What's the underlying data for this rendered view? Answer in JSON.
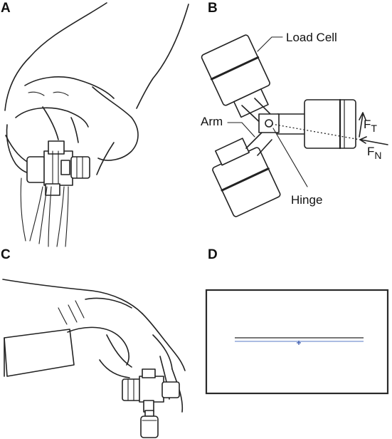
{
  "panels": {
    "a": {
      "letter": "A"
    },
    "b": {
      "letter": "B",
      "labels": {
        "load_cell": "Load Cell",
        "arm": "Arm",
        "hinge": "Hinge",
        "ft_main": "F",
        "ft_sub": "T",
        "fn_main": "F",
        "fn_sub": "N"
      }
    },
    "c": {
      "letter": "C"
    },
    "d": {
      "letter": "D",
      "colors": {
        "trace_dark": "#4a4a4a",
        "trace_light": "#8fa6d8",
        "crosshair": "#2f4fa8"
      }
    }
  }
}
